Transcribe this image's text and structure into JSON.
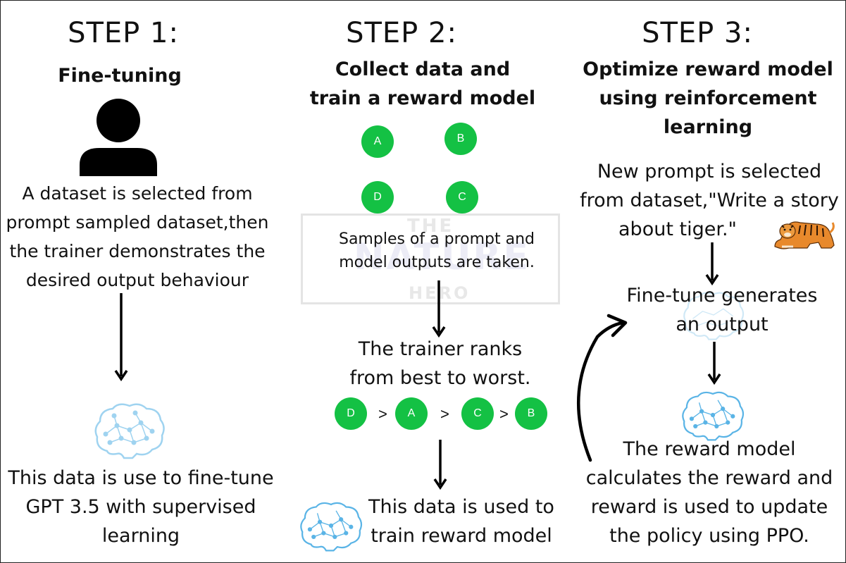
{
  "steps": [
    {
      "title": "STEP 1:",
      "heading": [
        "Fine-tuning"
      ],
      "description": [
        "A dataset is selected from",
        "prompt sampled dataset,then",
        "the trainer demonstrates the",
        "desired output behaviour"
      ],
      "result": [
        "This data is use to fine-tune",
        "GPT 3.5 with supervised",
        "learning"
      ]
    },
    {
      "title": "STEP 2:",
      "heading": [
        "Collect data and",
        "train a reward model"
      ],
      "samples": [
        "Samples of a prompt and",
        "model outputs are taken."
      ],
      "ranks": [
        "The trainer ranks",
        "from best to worst."
      ],
      "ranking": [
        "D",
        ">",
        "A",
        ">",
        "C",
        ">",
        "B"
      ],
      "result": [
        "This data is used to",
        "train reward model"
      ],
      "nodes": [
        "A",
        "B",
        "D",
        "C"
      ]
    },
    {
      "title": "STEP 3:",
      "heading": [
        "Optimize reward model",
        "using reinforcement",
        "learning"
      ],
      "prompt": [
        "New prompt is selected",
        "from dataset,\"Write a story",
        "about tiger.\""
      ],
      "generate": [
        "Fine-tune generates",
        "an output"
      ],
      "reward": [
        "The reward model",
        "calculates the reward and",
        "reward is used to update",
        "the policy using PPO."
      ]
    }
  ],
  "watermark": [
    "THE",
    "NATURE",
    "HERO"
  ],
  "colors": {
    "node": "#14c144",
    "brain": "#5ab4e6",
    "text": "#111111"
  },
  "icons": [
    "person-icon",
    "brain-icon",
    "tiger-icon",
    "arrow-down-icon",
    "loop-arrow-icon"
  ]
}
